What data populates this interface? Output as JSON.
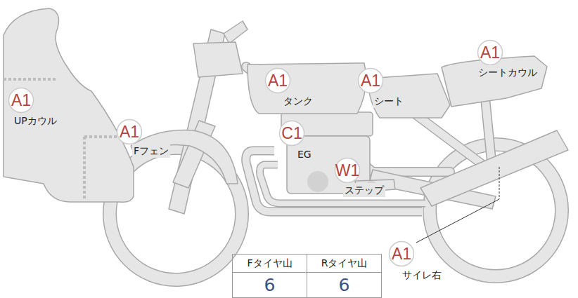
{
  "diagram": {
    "nodes": [
      {
        "text": [
          "A1",
          "シートカウル"
        ]
      },
      {
        "text": [
          "A1",
          "タンク"
        ]
      },
      {
        "text": [
          "A1",
          "シート"
        ]
      },
      {
        "text": [
          "A1",
          "UPカウル"
        ]
      },
      {
        "text": [
          "A1",
          "Fフェン"
        ]
      },
      {
        "text": [
          "C1",
          "EG"
        ]
      },
      {
        "text": [
          "W1",
          "ステップ"
        ]
      },
      {
        "text": [
          "A1",
          "サイレ右"
        ]
      }
    ],
    "labels": [
      "Fタイヤ山",
      "Rタイヤ山",
      "6",
      "6"
    ]
  }
}
